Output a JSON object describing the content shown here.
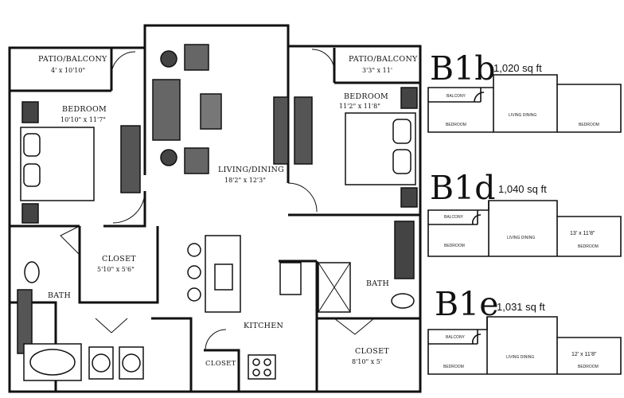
{
  "floorplan": {
    "rooms": {
      "patio_left": {
        "name": "PATIO/BALCONY",
        "dims": "4' x 10'10\""
      },
      "patio_right": {
        "name": "PATIO/BALCONY",
        "dims": "3'3\" x 11'"
      },
      "bedroom_left": {
        "name": "BEDROOM",
        "dims": "10'10\" x 11'7\""
      },
      "bedroom_right": {
        "name": "BEDROOM",
        "dims": "11'2\" x 11'8\""
      },
      "living": {
        "name": "LIVING/DINING",
        "dims": "18'2\" x 12'3\""
      },
      "closet_left": {
        "name": "CLOSET",
        "dims": "5'10\" x 5'6\""
      },
      "bath_left": {
        "name": "BATH"
      },
      "bath_right": {
        "name": "BATH"
      },
      "kitchen": {
        "name": "KITCHEN"
      },
      "closet_small": {
        "name": "CLOSET"
      },
      "closet_right": {
        "name": "CLOSET",
        "dims": "8'10\" x 5'"
      }
    }
  },
  "variants": [
    {
      "name": "B1b",
      "sqft": "1,020 sq ft",
      "labels": {
        "balcony": "BALCONY",
        "bed_left": "BEDROOM",
        "living": "LIVING DINING",
        "bed_right": "BEDROOM"
      },
      "dim": ""
    },
    {
      "name": "B1d",
      "sqft": "1,040 sq ft",
      "labels": {
        "balcony": "BALCONY",
        "bed_left": "BEDROOM",
        "living": "LIVING DINING",
        "bed_right": "BEDROOM"
      },
      "dim": "13' x 11'8\""
    },
    {
      "name": "B1e",
      "sqft": "1,031 sq ft",
      "labels": {
        "balcony": "BALCONY",
        "bed_left": "BEDROOM",
        "living": "LIVING DINING",
        "bed_right": "BEDROOM"
      },
      "dim": "12' x 11'8\""
    }
  ]
}
